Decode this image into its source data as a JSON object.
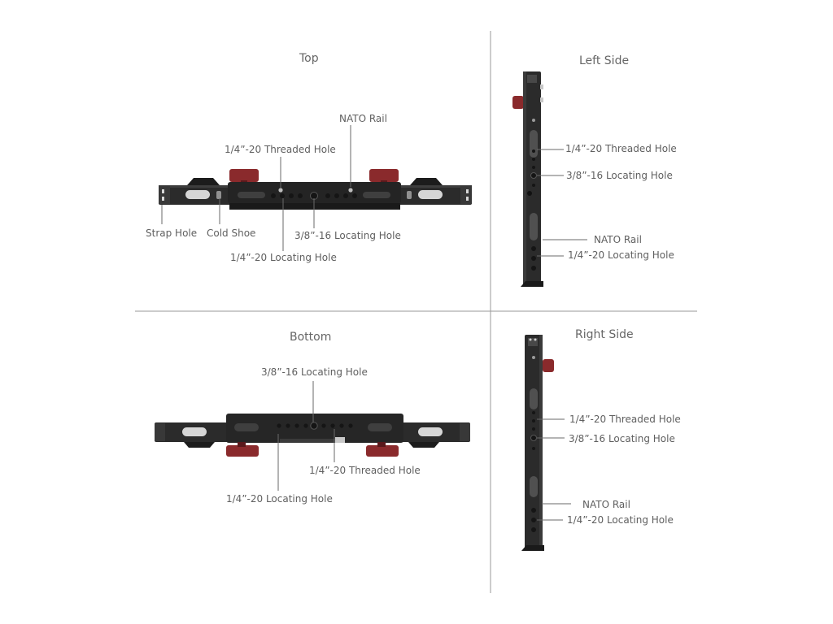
{
  "colors": {
    "metal": "#2b2b2b",
    "metal_dark": "#151515",
    "knob": "#8a2a2c",
    "leader": "#6a6a6a",
    "divider": "#9a9a9a",
    "text": "#5f5f5f"
  },
  "top": {
    "title": "Top",
    "nato_rail": "NATO Rail",
    "threaded_hole": "1/4”-20 Threaded Hole",
    "strap_hole": "Strap Hole",
    "cold_shoe": "Cold Shoe",
    "locating_38": "3/8”-16 Locating Hole",
    "locating_14": "1/4”-20 Locating Hole"
  },
  "left_side": {
    "title": "Left Side",
    "threaded_hole": "1/4”-20 Threaded Hole",
    "locating_38": "3/8”-16 Locating Hole",
    "nato_rail": "NATO Rail",
    "locating_14": "1/4”-20 Locating Hole"
  },
  "bottom": {
    "title": "Bottom",
    "locating_38": "3/8”-16 Locating Hole",
    "threaded_hole": "1/4”-20 Threaded Hole",
    "locating_14": "1/4”-20 Locating Hole"
  },
  "right_side": {
    "title": "Right Side",
    "threaded_hole": "1/4”-20 Threaded Hole",
    "locating_38": "3/8”-16 Locating Hole",
    "nato_rail": "NATO Rail",
    "locating_14": "1/4”-20 Locating Hole"
  }
}
